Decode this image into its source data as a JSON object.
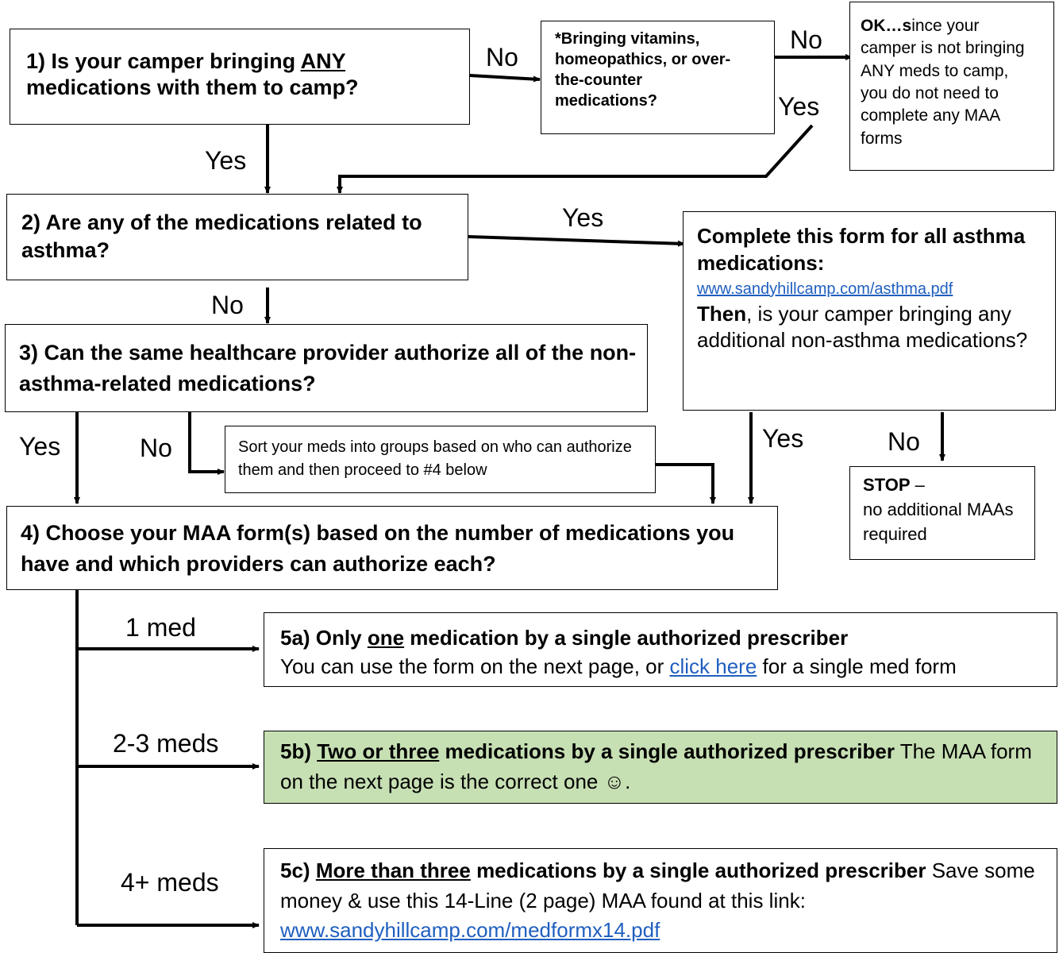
{
  "q1": {
    "a": "1) Is your camper bringing ",
    "u": "ANY",
    "b": " medications with them to camp?"
  },
  "vit": "*Bringing vitamins, homeopathics, or over-the-counter medications?",
  "ok": {
    "b": "OK…s",
    "rest": "ince your camper is not bringing ANY meds to camp, you do not need to complete any MAA forms"
  },
  "q2": "2) Are any of the medications related to asthma?",
  "asthma": {
    "title": "Complete this form for all asthma medications:",
    "link": "www.sandyhillcamp.com/asthma.pdf",
    "then": "Then",
    "rest": ", is your camper bringing any additional non-asthma medications?"
  },
  "q3": "3) Can the same healthcare provider authorize all of the non-asthma-related medications?",
  "sort": "Sort your meds into groups based on who can authorize them and then proceed to #4 below",
  "stop": {
    "b": "STOP",
    "dash": " –",
    "rest": "no additional MAAs required"
  },
  "q4": "4) Choose your MAA form(s) based on the number of medications you have and which providers can authorize each?",
  "a5": {
    "a": "5a) Only ",
    "u": "one",
    "b": " medication by a single authorized prescriber",
    "line2a": "You can use the form on the next page, or ",
    "link": "click here",
    "line2b": " for a single med form"
  },
  "b5": {
    "a": "5b) ",
    "u": "Two or three",
    "b": " medications by a single authorized prescriber",
    "rest": " The MAA form on the next page is the correct one ☺."
  },
  "c5": {
    "a": "5c) ",
    "u": "More than three",
    "b": " medications by a single authorized prescriber",
    "rest": " Save some money & use this 14-Line (2 page) MAA found at this link: ",
    "link": "www.sandyhillcamp.com/medformx14.pdf"
  },
  "labels": {
    "no1": "No",
    "no2": "No",
    "yes1": "Yes",
    "yes2": "Yes",
    "yes3": "Yes",
    "no3": "No",
    "yes4": "Yes",
    "no4": "No",
    "yes5": "Yes",
    "no5": "No",
    "m1": "1 med",
    "m23": "2-3 meds",
    "m4": "4+ meds"
  }
}
